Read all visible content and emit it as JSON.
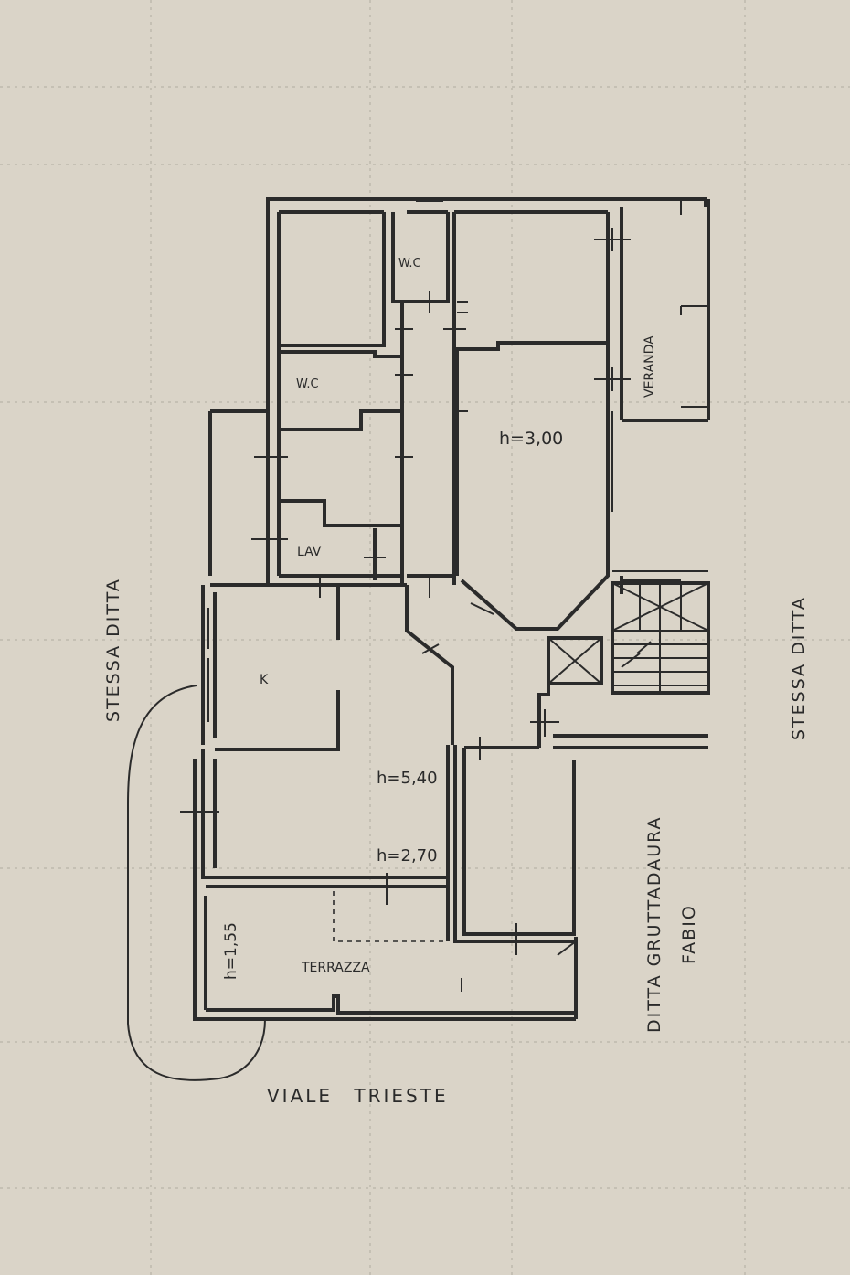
{
  "labels": {
    "left_neighbor": "STESSA DITTA",
    "right_neighbor": "STESSA DITTA",
    "right_lower_neighbor_line1": "DITTA GRUTTADAURA",
    "right_lower_neighbor_line2": "FABIO",
    "street": "VIALE TRIESTE",
    "veranda": "VERANDA",
    "wc_upper": "W.C",
    "wc_lower": "W.C",
    "laundry": "LAV",
    "kitchen": "K",
    "terrace": "TERRAZZA",
    "height_main": "h=3,00",
    "height_hall": "h=5,40",
    "height_mezz": "h=2,70",
    "height_terrace": "h=1,55"
  },
  "colors": {
    "paper": "#d6d0c4",
    "ink": "#2b2b2b",
    "grid": "#8e8a80"
  }
}
